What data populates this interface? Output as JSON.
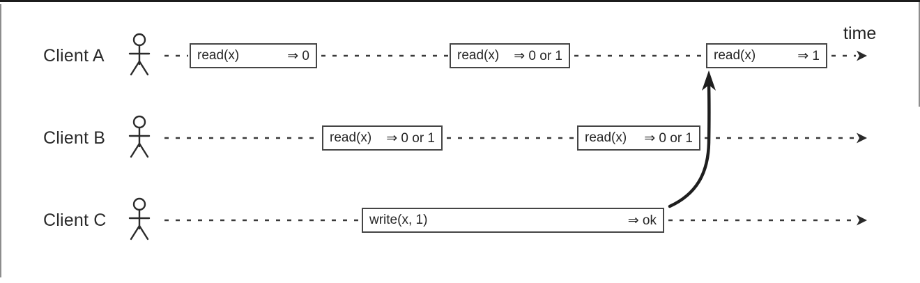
{
  "diagram": {
    "time_axis_label": "time",
    "colors": {
      "ink": "#2a2a2a",
      "timeline": "#3a3a3a",
      "box_border": "#454545",
      "frame_top": "#1c1c1c",
      "frame_side": "#8d8d8d"
    },
    "rows": [
      {
        "label": "Client A",
        "operations": [
          {
            "op": "read(x)",
            "result": "⇒ 0"
          },
          {
            "op": "read(x)",
            "result": "⇒ 0 or 1"
          },
          {
            "op": "read(x)",
            "result": "⇒ 1"
          }
        ]
      },
      {
        "label": "Client B",
        "operations": [
          {
            "op": "read(x)",
            "result": "⇒ 0 or 1"
          },
          {
            "op": "read(x)",
            "result": "⇒ 0 or 1"
          }
        ]
      },
      {
        "label": "Client C",
        "operations": [
          {
            "op": "write(x, 1)",
            "result": "⇒ ok"
          }
        ]
      }
    ]
  }
}
